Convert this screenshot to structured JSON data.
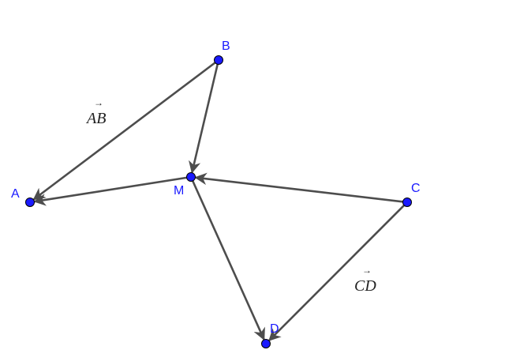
{
  "points": [
    {
      "name": "A",
      "label": "A"
    },
    {
      "name": "B",
      "label": "B"
    },
    {
      "name": "M",
      "label": "M"
    },
    {
      "name": "C",
      "label": "C"
    },
    {
      "name": "D",
      "label": "D"
    }
  ],
  "vectors": [
    {
      "from": "B",
      "to": "A"
    },
    {
      "from": "B",
      "to": "M"
    },
    {
      "from": "M",
      "to": "A"
    },
    {
      "from": "C",
      "to": "M"
    },
    {
      "from": "M",
      "to": "D"
    },
    {
      "from": "C",
      "to": "D"
    }
  ],
  "vector_labels": {
    "ab": {
      "p1": "A",
      "p2": "B",
      "arrow": "→"
    },
    "cd": {
      "p1": "C",
      "p2": "D",
      "arrow": "→"
    }
  },
  "colors": {
    "point": "#1a1aff",
    "vector": "#4d4d4d"
  }
}
